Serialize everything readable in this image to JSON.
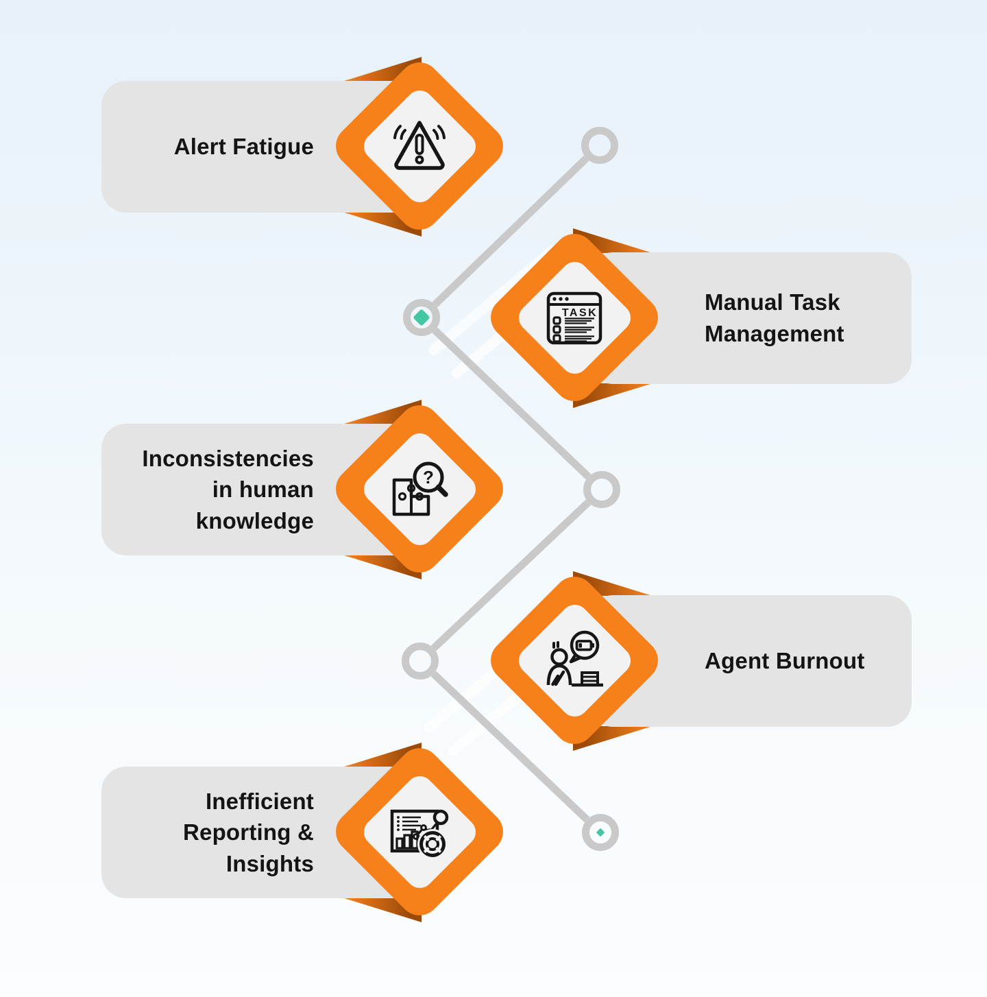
{
  "items": [
    {
      "label": "Alert Fatigue",
      "icon": "alert-warning-icon",
      "side": "left"
    },
    {
      "label": "Manual Task Management",
      "icon": "task-window-icon",
      "side": "right"
    },
    {
      "label": "Inconsistencies in human knowledge",
      "icon": "puzzle-magnifier-icon",
      "side": "left"
    },
    {
      "label": "Agent Burnout",
      "icon": "burnout-person-icon",
      "side": "right"
    },
    {
      "label": "Inefficient Reporting & Insights",
      "icon": "report-analytics-icon",
      "side": "left"
    }
  ],
  "icon_labels": {
    "task": "TASK",
    "question_mark": "?"
  },
  "colors": {
    "orange": "#F6811A",
    "orange_fold_dark": "#9C4A08",
    "orange_fold_bright": "#EE7C1D",
    "card_background": "#E4E4E4",
    "diamond_inner_background": "#F2F2F2",
    "connector_gray": "#C9C9C9",
    "teal_accent": "#45C6A2",
    "label_text": "#141414",
    "icon_stroke": "#161616",
    "background_top": "#E7F1F9",
    "background_bottom": "#FBFDFF"
  }
}
